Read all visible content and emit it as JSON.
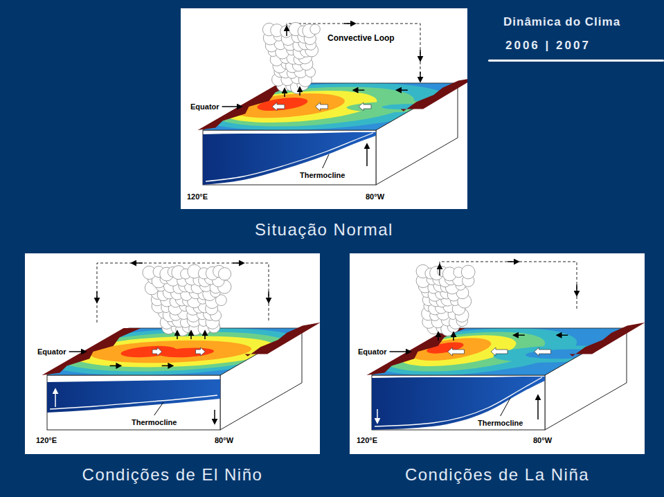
{
  "diagram": {
    "title": "Dinâmica do Clima",
    "nodes": [
      {
        "text": [
          "Situação Normal"
        ]
      },
      {
        "text": [
          "Condições de El Niño"
        ]
      },
      {
        "text": [
          "Condições de La Niña"
        ]
      }
    ],
    "labels": [
      "2006 | 2007",
      "Convective Loop",
      "Equator",
      "Thermocline",
      "120°E",
      "80°W",
      "Equator",
      "Thermocline",
      "120°E",
      "80°W",
      "Equator",
      "Thermocline",
      "120°E",
      "80°W"
    ]
  }
}
